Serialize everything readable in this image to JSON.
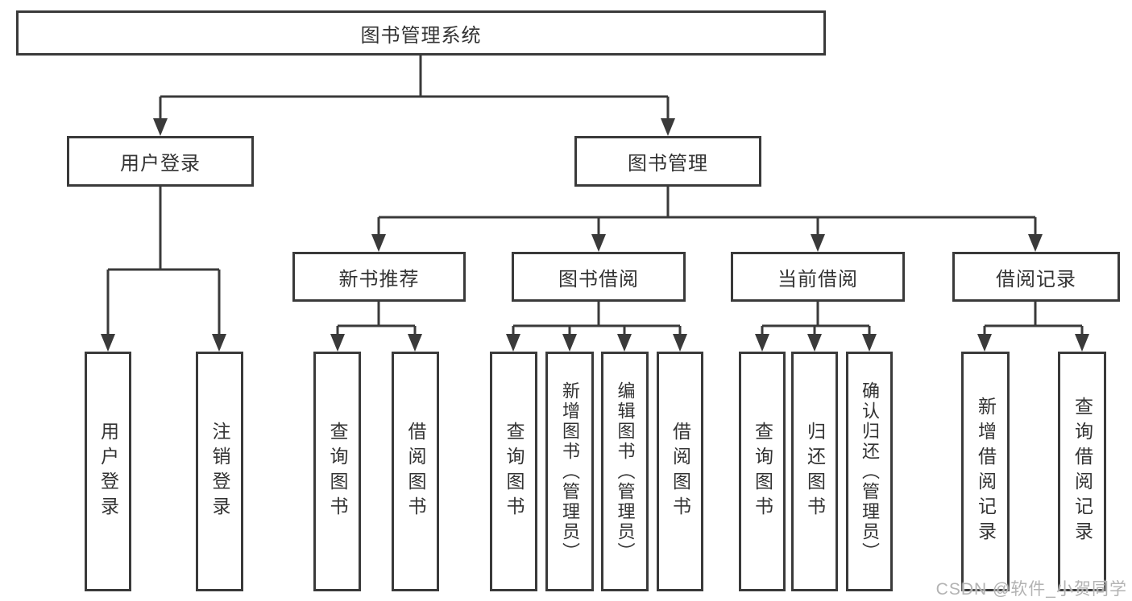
{
  "diagram": {
    "root": {
      "label": "图书管理系统"
    },
    "level2": [
      {
        "label": "用户登录"
      },
      {
        "label": "图书管理"
      }
    ],
    "level3": [
      {
        "label": "新书推荐"
      },
      {
        "label": "图书借阅"
      },
      {
        "label": "当前借阅"
      },
      {
        "label": "借阅记录"
      }
    ],
    "leaves": [
      {
        "label": "用户登录"
      },
      {
        "label": "注销登录"
      },
      {
        "label": "查询图书"
      },
      {
        "label": "借阅图书"
      },
      {
        "label": "查询图书"
      },
      {
        "label": "新增图书（管理员）"
      },
      {
        "label": "编辑图书（管理员）"
      },
      {
        "label": "借阅图书"
      },
      {
        "label": "查询图书"
      },
      {
        "label": "归还图书"
      },
      {
        "label": "确认归还（管理员）"
      },
      {
        "label": "新增借阅记录"
      },
      {
        "label": "查询借阅记录"
      }
    ]
  },
  "watermark": "CSDN @软件_小贺同学",
  "colors": {
    "line": "#3a3a3a",
    "box_border": "#3a3a3a",
    "text": "#333333",
    "watermark": "#b3b3b3",
    "background": "#ffffff"
  }
}
